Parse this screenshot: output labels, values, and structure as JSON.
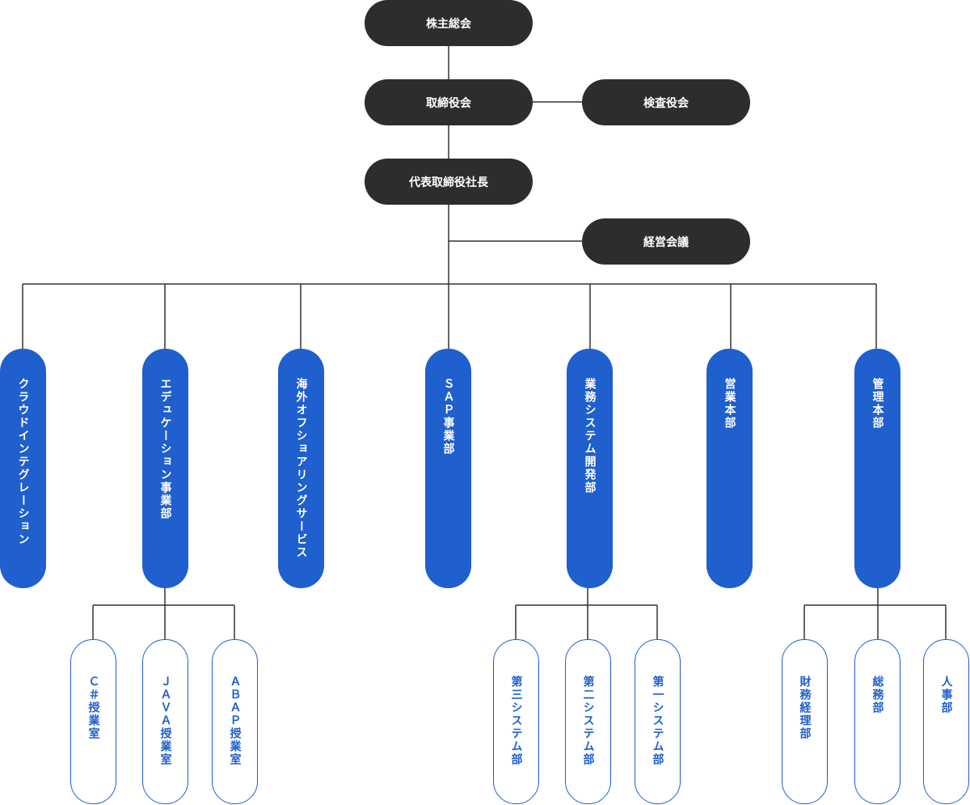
{
  "top": {
    "shareholders": "株主総会",
    "board": "取締役会",
    "auditors": "検査役会",
    "president": "代表取締役社長",
    "management_meeting": "経営会議"
  },
  "divisions": [
    "クラウドインテグレーション",
    "エデュケーション事業部",
    "海外オフショアリングサービス",
    "ＳＡＰ事業部",
    "業務システム開発部",
    "営業本部",
    "管理本部"
  ],
  "sub_units": {
    "education": [
      "Ｃ＃授業室",
      "ＪＡＶＡ授業室",
      "ＡＢＡＰ授業室"
    ],
    "system_dev": [
      "第三システム部",
      "第二システム部",
      "第一システム部"
    ],
    "admin": [
      "財務経理部",
      "総務部",
      "人事部"
    ]
  },
  "colors": {
    "dark": "#2d2d2d",
    "blue": "#1f5fce",
    "line": "#333333"
  }
}
